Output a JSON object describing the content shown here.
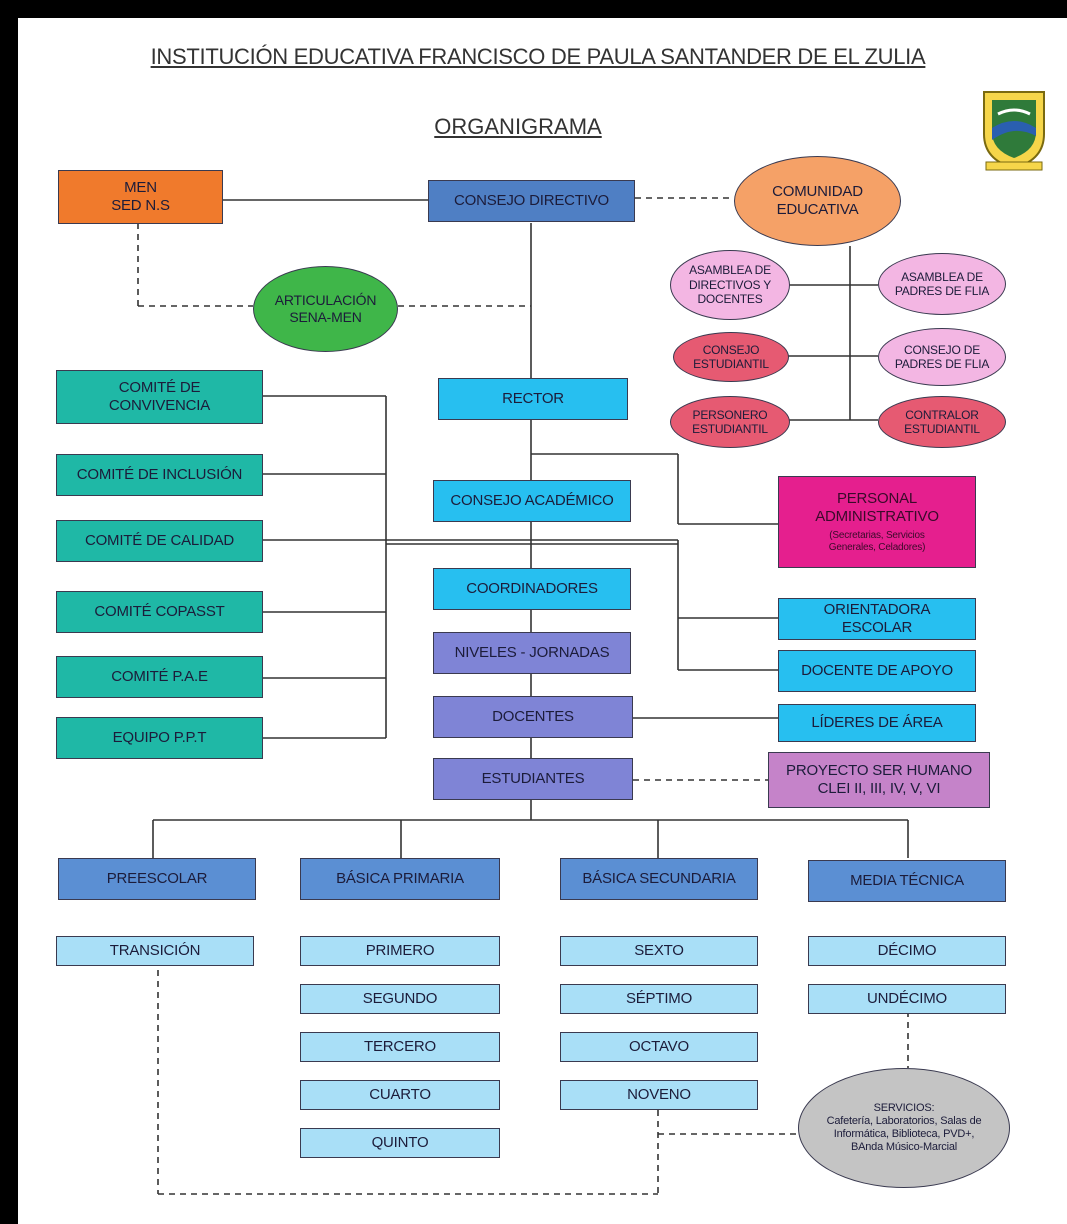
{
  "title": "INSTITUCIÓN EDUCATIVA FRANCISCO DE PAULA SANTANDER DE EL ZULIA",
  "subtitle": "ORGANIGRAMA",
  "nodes": {
    "men": "MEN\nSED N.S",
    "consejo_directivo": "CONSEJO DIRECTIVO",
    "comunidad": "COMUNIDAD\nEDUCATIVA",
    "articulacion": "ARTICULACIÓN\nSENA-MEN",
    "asamblea_directivos": "ASAMBLEA DE\nDIRECTIVOS Y\nDOCENTES",
    "asamblea_padres": "ASAMBLEA DE\nPADRES DE FLIA",
    "consejo_estudiantil": "CONSEJO\nESTUDIANTIL",
    "consejo_padres": "CONSEJO DE\nPADRES DE FLIA",
    "personero": "PERSONERO\nESTUDIANTIL",
    "contralor": "CONTRALOR\nESTUDIANTIL",
    "rector": "RECTOR",
    "comite_convivencia": "COMITÉ DE\nCONVIVENCIA",
    "comite_inclusion": "COMITÉ DE INCLUSIÓN",
    "comite_calidad": "COMITÉ DE CALIDAD",
    "comite_copasst": "COMITÉ COPASST",
    "comite_pae": "COMITÉ P.A.E",
    "equipo_ppt": "EQUIPO P.P.T",
    "consejo_academico": "CONSEJO ACADÉMICO",
    "personal_admin": "PERSONAL\nADMINISTRATIVO",
    "personal_admin_detail": "(Secretarias, Servicios\nGenerales, Celadores)",
    "coordinadores": "COORDINADORES",
    "orientadora": "ORIENTADORA\nESCOLAR",
    "niveles": "NIVELES - JORNADAS",
    "docente_apoyo": "DOCENTE DE APOYO",
    "docentes": "DOCENTES",
    "lideres": "LÍDERES DE ÁREA",
    "estudiantes": "ESTUDIANTES",
    "proyecto": "PROYECTO SER HUMANO\nCLEI II, III, IV, V, VI",
    "preescolar": "PREESCOLAR",
    "basica_primaria": "BÁSICA PRIMARIA",
    "basica_secundaria": "BÁSICA SECUNDARIA",
    "media_tecnica": "MEDIA TÉCNICA",
    "transicion": "TRANSICIÓN",
    "primero": "PRIMERO",
    "segundo": "SEGUNDO",
    "tercero": "TERCERO",
    "cuarto": "CUARTO",
    "quinto": "QUINTO",
    "sexto": "SEXTO",
    "septimo": "SÉPTIMO",
    "octavo": "OCTAVO",
    "noveno": "NOVENO",
    "decimo": "DÉCIMO",
    "undecimo": "UNDÉCIMO",
    "servicios": "SERVICIOS:\nCafetería, Laboratorios, Salas de\nInformática, Biblioteca, PVD+,\nBAnda Músico-Marcial"
  },
  "colors": {
    "navy": "#4f7fc4",
    "orange": "#f07a2c",
    "peach": "#f5a167",
    "green": "#3fb649",
    "teal": "#1fb8a6",
    "cyan": "#27bff0",
    "lavender": "#7f84d6",
    "magenta": "#e51f8e",
    "plum": "#c583c9",
    "light_blue": "#a9dff7",
    "pink_light": "#f3b6e3",
    "red": "#e65a72",
    "grey": "#c4c4c4"
  },
  "icons": [
    "school-crest-logo"
  ]
}
